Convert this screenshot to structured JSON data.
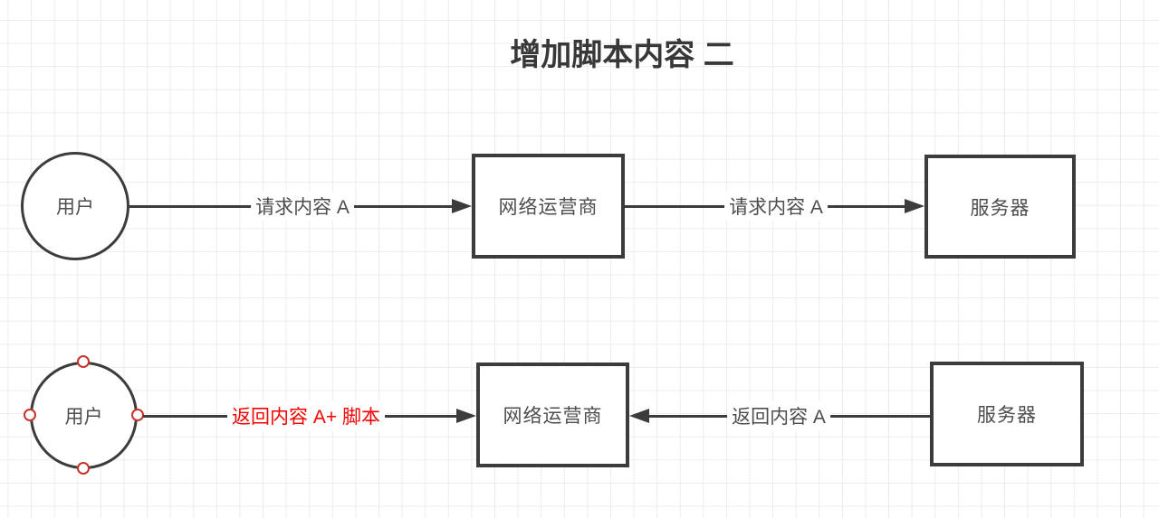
{
  "title": "增加脚本内容 二",
  "colors": {
    "stroke": "#3c3c3c",
    "node_text": "#4d4d4d",
    "title_text": "#383838",
    "red_label": "#f50000",
    "grid_line": "#ececec",
    "handle_ring": "#c5342c",
    "canvas_bg": "#ffffff"
  },
  "top_flow": {
    "user": "用户",
    "edge_user_to_isp": "请求内容 A",
    "isp": "网络运营商",
    "edge_isp_to_server": "请求内容 A",
    "server": "服务器"
  },
  "bottom_flow": {
    "user": "用户",
    "edge_return_script": "返回内容 A+ 脚本",
    "isp": "网络运营商",
    "edge_server_to_isp": "返回内容 A",
    "server": "服务器"
  }
}
